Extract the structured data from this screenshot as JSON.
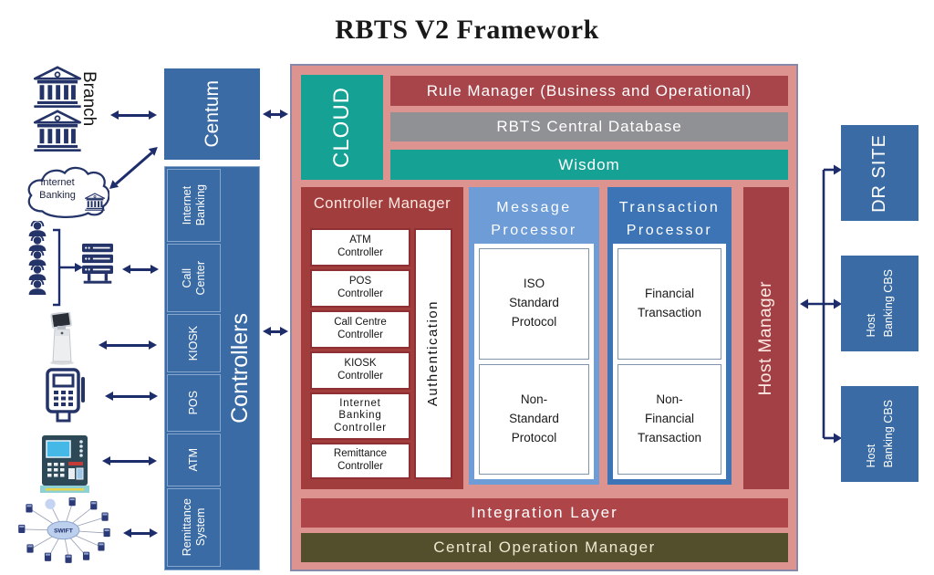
{
  "title": "RBTS V2 Framework",
  "left_channels": {
    "branch": "Branch",
    "internet_banking": "Internet\nBanking",
    "swift": "SWIFT"
  },
  "gateway": {
    "centum": "Centum",
    "controllers": "Controllers",
    "cells": [
      "Internet\nBanking",
      "Call\nCenter",
      "KIOSK",
      "POS",
      "ATM",
      "Remittance\nSystem"
    ]
  },
  "core": {
    "cloud": "CLOUD",
    "rule_manager": "Rule Manager (Business and Operational)",
    "central_db": "RBTS Central Database",
    "wisdom": "Wisdom",
    "controller_manager": {
      "title": "Controller Manager",
      "items": [
        "ATM\nController",
        "POS\nController",
        "Call Centre\nController",
        "KIOSK\nController",
        "Internet\nBanking\nController",
        "Remittance\nController"
      ],
      "authentication": "Authentication"
    },
    "message_processor": {
      "title": "Message Processor",
      "items": [
        "ISO\nStandard\nProtocol",
        "Non-\nStandard\nProtocol"
      ]
    },
    "transaction_processor": {
      "title": "Transaction Processor",
      "items": [
        "Financial\nTransaction",
        "Non-\nFinancial\nTransaction"
      ]
    },
    "host_manager": "Host Manager",
    "integration_layer": "Integration Layer",
    "central_operation_manager": "Central Operation Manager"
  },
  "right_site": {
    "dr_site": "DR SITE",
    "host_banking_cbs_1": "Host\nBanking CBS",
    "host_banking_cbs_2": "Host\nBanking CBS"
  },
  "colors": {
    "gateway_blue": "#3a6ba4",
    "teal": "#16a195",
    "frame_salmon": "#dd938f",
    "rule_red": "#a7454b",
    "controller_red": "#a23d3e",
    "integration_red": "#ad4549",
    "db_gray": "#909194",
    "olive": "#534e2b",
    "message_blue": "#6d9cd6",
    "transaction_blue": "#3d74b6",
    "arrow_navy": "#1d2d6b"
  },
  "icons": {
    "bank": "bank-building-icon",
    "cloud": "cloud-icon",
    "agents": "call-center-users-icon",
    "server": "server-stack-icon",
    "kiosk": "kiosk-icon",
    "pos": "pos-terminal-icon",
    "atm": "atm-machine-icon",
    "swift": "swift-network-icon"
  }
}
